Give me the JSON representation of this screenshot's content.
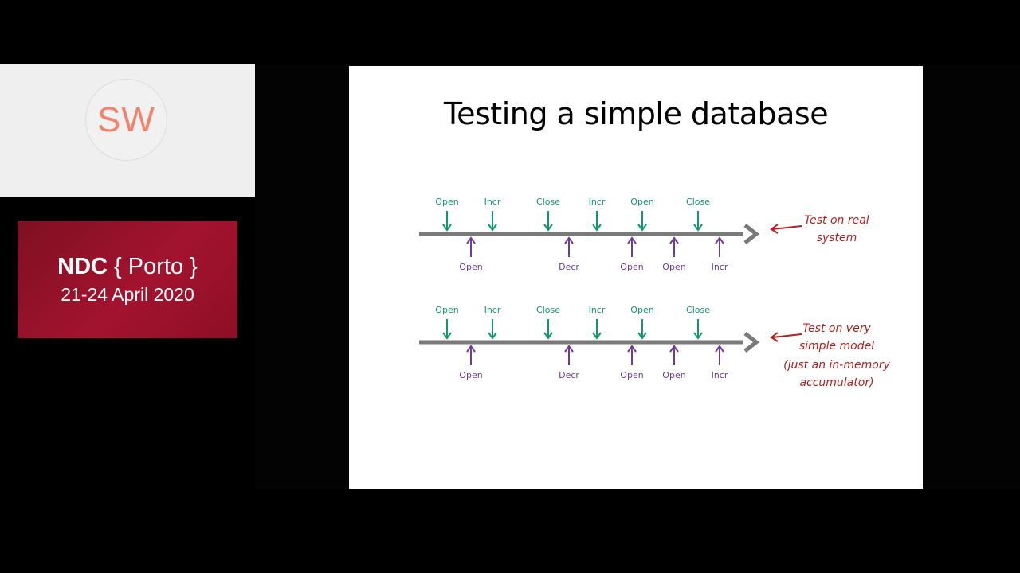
{
  "speaker": {
    "initials": "SW"
  },
  "event": {
    "brand": "NDC",
    "location": " { Porto }",
    "dates": "21-24 April 2020"
  },
  "slide": {
    "title": "Testing a simple database",
    "timelines": [
      {
        "top_ops": [
          "Open",
          "Incr",
          "Close",
          "Incr",
          "Open",
          "Close"
        ],
        "bottom_ops": [
          "Open",
          "Decr",
          "Open",
          "Open",
          "Incr"
        ],
        "note": [
          "Test on real",
          "system"
        ]
      },
      {
        "top_ops": [
          "Open",
          "Incr",
          "Close",
          "Incr",
          "Open",
          "Close"
        ],
        "bottom_ops": [
          "Open",
          "Decr",
          "Open",
          "Open",
          "Incr"
        ],
        "note": [
          "Test on very",
          "simple model",
          "(just an in-memory",
          "accumulator)"
        ]
      }
    ]
  },
  "colors": {
    "top_ops": "#0a9a6e",
    "bottom_ops": "#6f3b98",
    "timeline": "#7a7a7a",
    "note": "#b3201d",
    "banner": "#9b1230",
    "avatar_text": "#f2826b"
  }
}
